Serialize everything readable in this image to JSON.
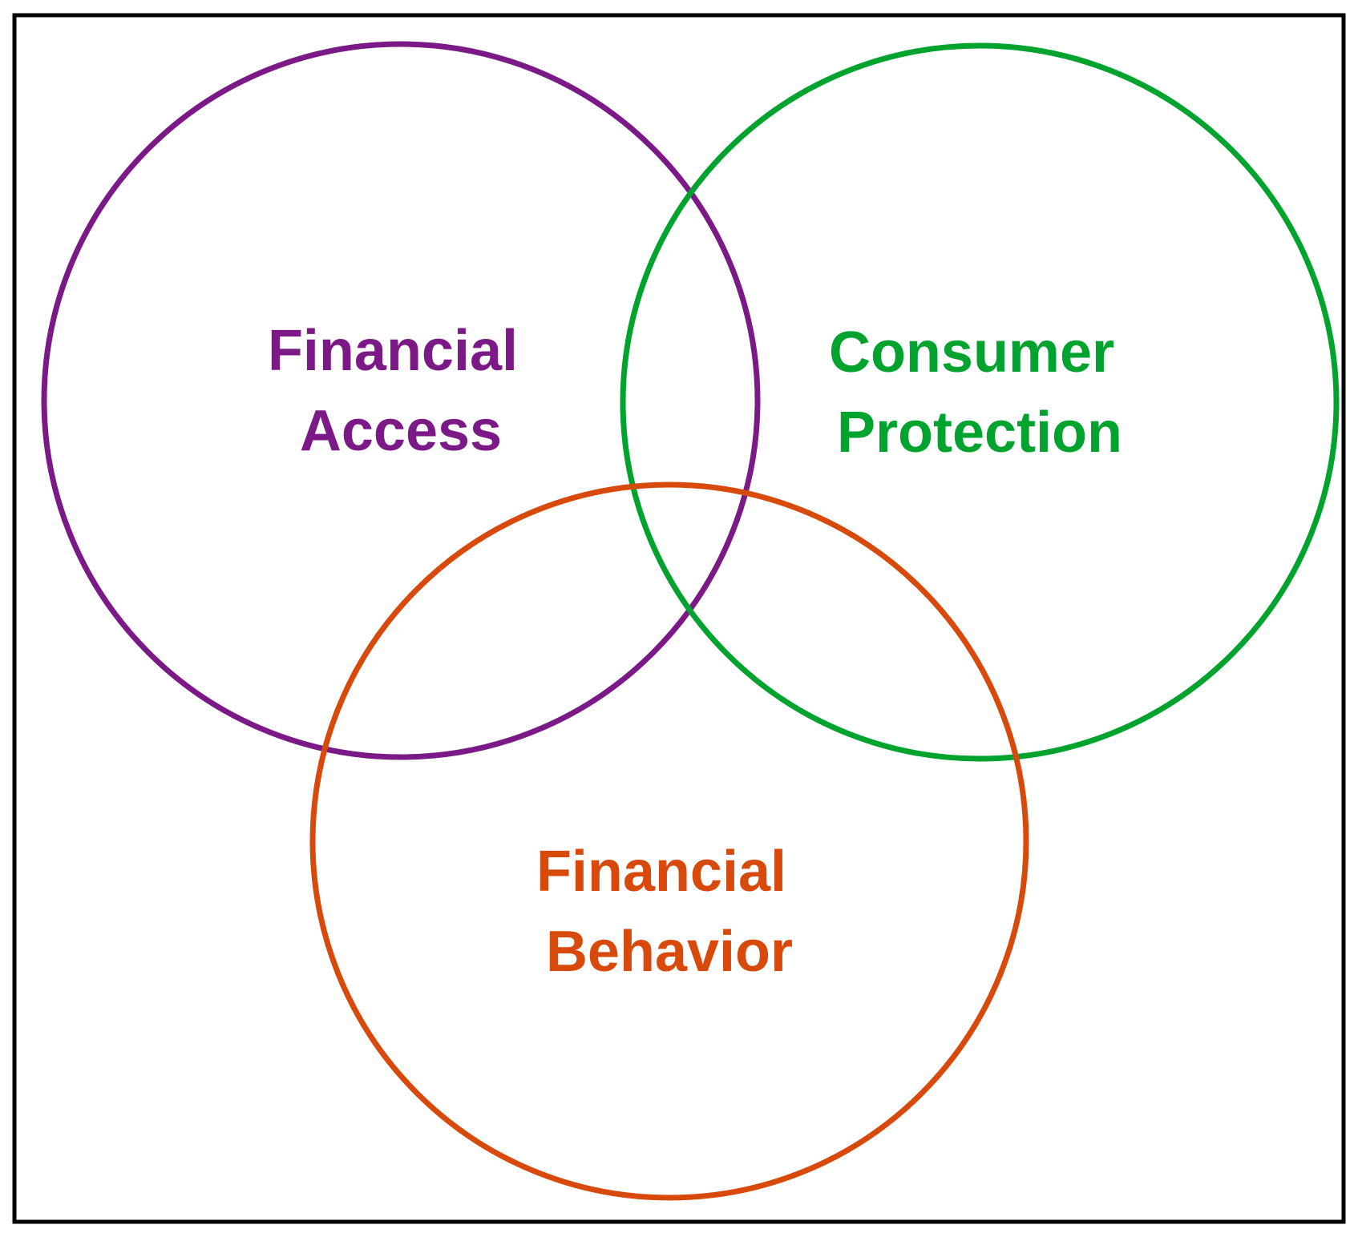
{
  "diagram": {
    "type": "venn",
    "circles": [
      {
        "id": "financial-access",
        "line1": "Financial",
        "line2": "Access",
        "color": "#7B1A86"
      },
      {
        "id": "consumer-protection",
        "line1": "Consumer",
        "line2": "Protection",
        "color": "#00A32E"
      },
      {
        "id": "financial-behavior",
        "line1": "Financial",
        "line2": "Behavior",
        "color": "#D84A0C"
      }
    ],
    "frame_color": "#000000"
  }
}
